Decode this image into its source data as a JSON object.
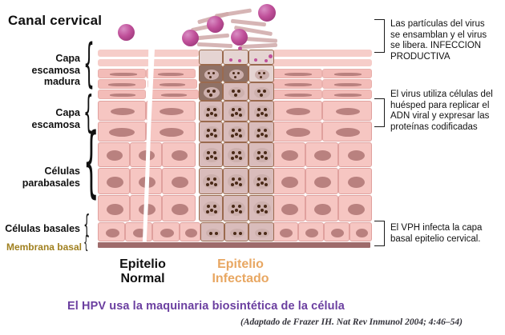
{
  "diagram": {
    "title": "Canal cervical",
    "headline": "El HPV usa la maquinaria biosintética de la célula",
    "citation": "(Adaptado de Frazer IH. Nat Rev Inmunol 2004; 4:46–54)"
  },
  "layer_labels": [
    {
      "id": "capa-escamosa-madura",
      "text": "Capa\nescamosa\nmadura"
    },
    {
      "id": "capa-escamosa",
      "text": "Capa\nescamosa"
    },
    {
      "id": "celulas-parabasales",
      "text": "Células\nparabasales"
    },
    {
      "id": "celulas-basales",
      "text": "Células basales"
    },
    {
      "id": "membrana-basal",
      "text": "Membrana basal"
    }
  ],
  "layer_label_lines": {
    "madura": [
      "Capa",
      "escamosa",
      "madura"
    ],
    "escamosa": [
      "Capa",
      "escamosa"
    ],
    "parabasales": [
      "Células",
      "parabasales"
    ],
    "basales": "Células basales",
    "membrana": "Membrana basal"
  },
  "callouts": [
    {
      "id": "productive-infection",
      "lines": [
        "Las partículas del virus",
        "se ensamblan y el virus",
        "se libera. INFECCION",
        "PRODUCTIVA"
      ]
    },
    {
      "id": "viral-replication",
      "lines": [
        "El virus utiliza células del",
        "huésped para replicar el",
        "ADN viral y  expresar las",
        "proteínas  codificadas"
      ]
    },
    {
      "id": "basal-infection",
      "lines": [
        "El VPH infecta la capa",
        "basal epitelio cervical."
      ]
    }
  ],
  "captions": {
    "normal_lines": [
      "Epitelio",
      "Normal"
    ],
    "infected_lines": [
      "Epitelio",
      "Infectado"
    ]
  },
  "colors": {
    "virion": "#c0509a",
    "normal_cell": "#f5c3c0",
    "normal_nucleus": "#b9817f",
    "infected_cell": "#d9bcbb",
    "infected_dark_cell": "#8f7166",
    "infected_particle": "#4a2a18",
    "basal_membrane": "#9e6b6b",
    "membrana_label": "#a0801f",
    "infected_caption": "#e8a762",
    "headline": "#6b3fa0",
    "text": "#111111"
  },
  "icons": {
    "brace": "{",
    "bracket": "]"
  }
}
